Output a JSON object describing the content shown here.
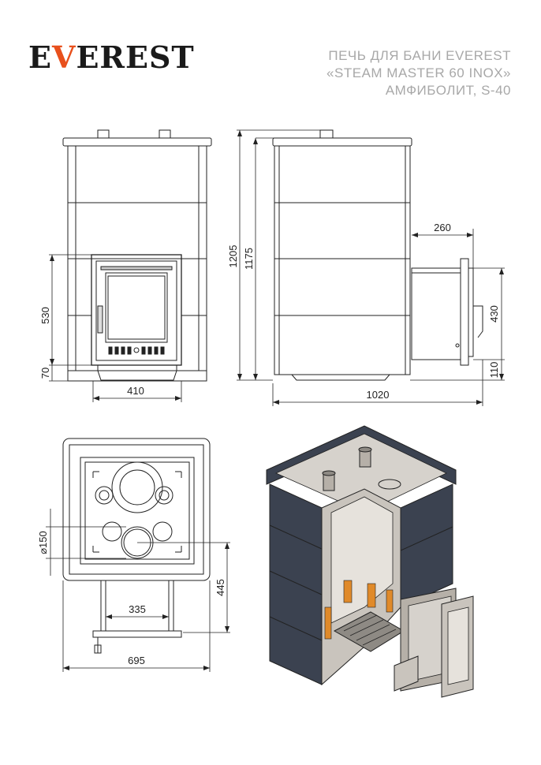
{
  "brand": {
    "logo_text_before": "E",
    "logo_flame": "V",
    "logo_text_after": "EREST",
    "flame_color": "#e8501c"
  },
  "title": {
    "line1": "ПЕЧЬ ДЛЯ БАНИ EVEREST",
    "line2": "«STEAM MASTER 60 INOX»",
    "line3": "АМФИБОЛИТ, S-40"
  },
  "dimensions": {
    "front_firebox_height": "530",
    "front_base_height": "70",
    "front_width": "410",
    "side_total_height": "1205",
    "side_body_height": "1175",
    "side_tunnel_length": "260",
    "side_door_height": "430",
    "side_tunnel_bottom": "110",
    "side_total_length": "1020",
    "top_chimney_diameter": "⌀150",
    "top_depth": "445",
    "top_tunnel_width": "335",
    "top_width": "695"
  },
  "colors": {
    "line": "#222222",
    "stone": "#3b4250",
    "steel": "#c9c4bd",
    "glow": "#e08a2a"
  }
}
